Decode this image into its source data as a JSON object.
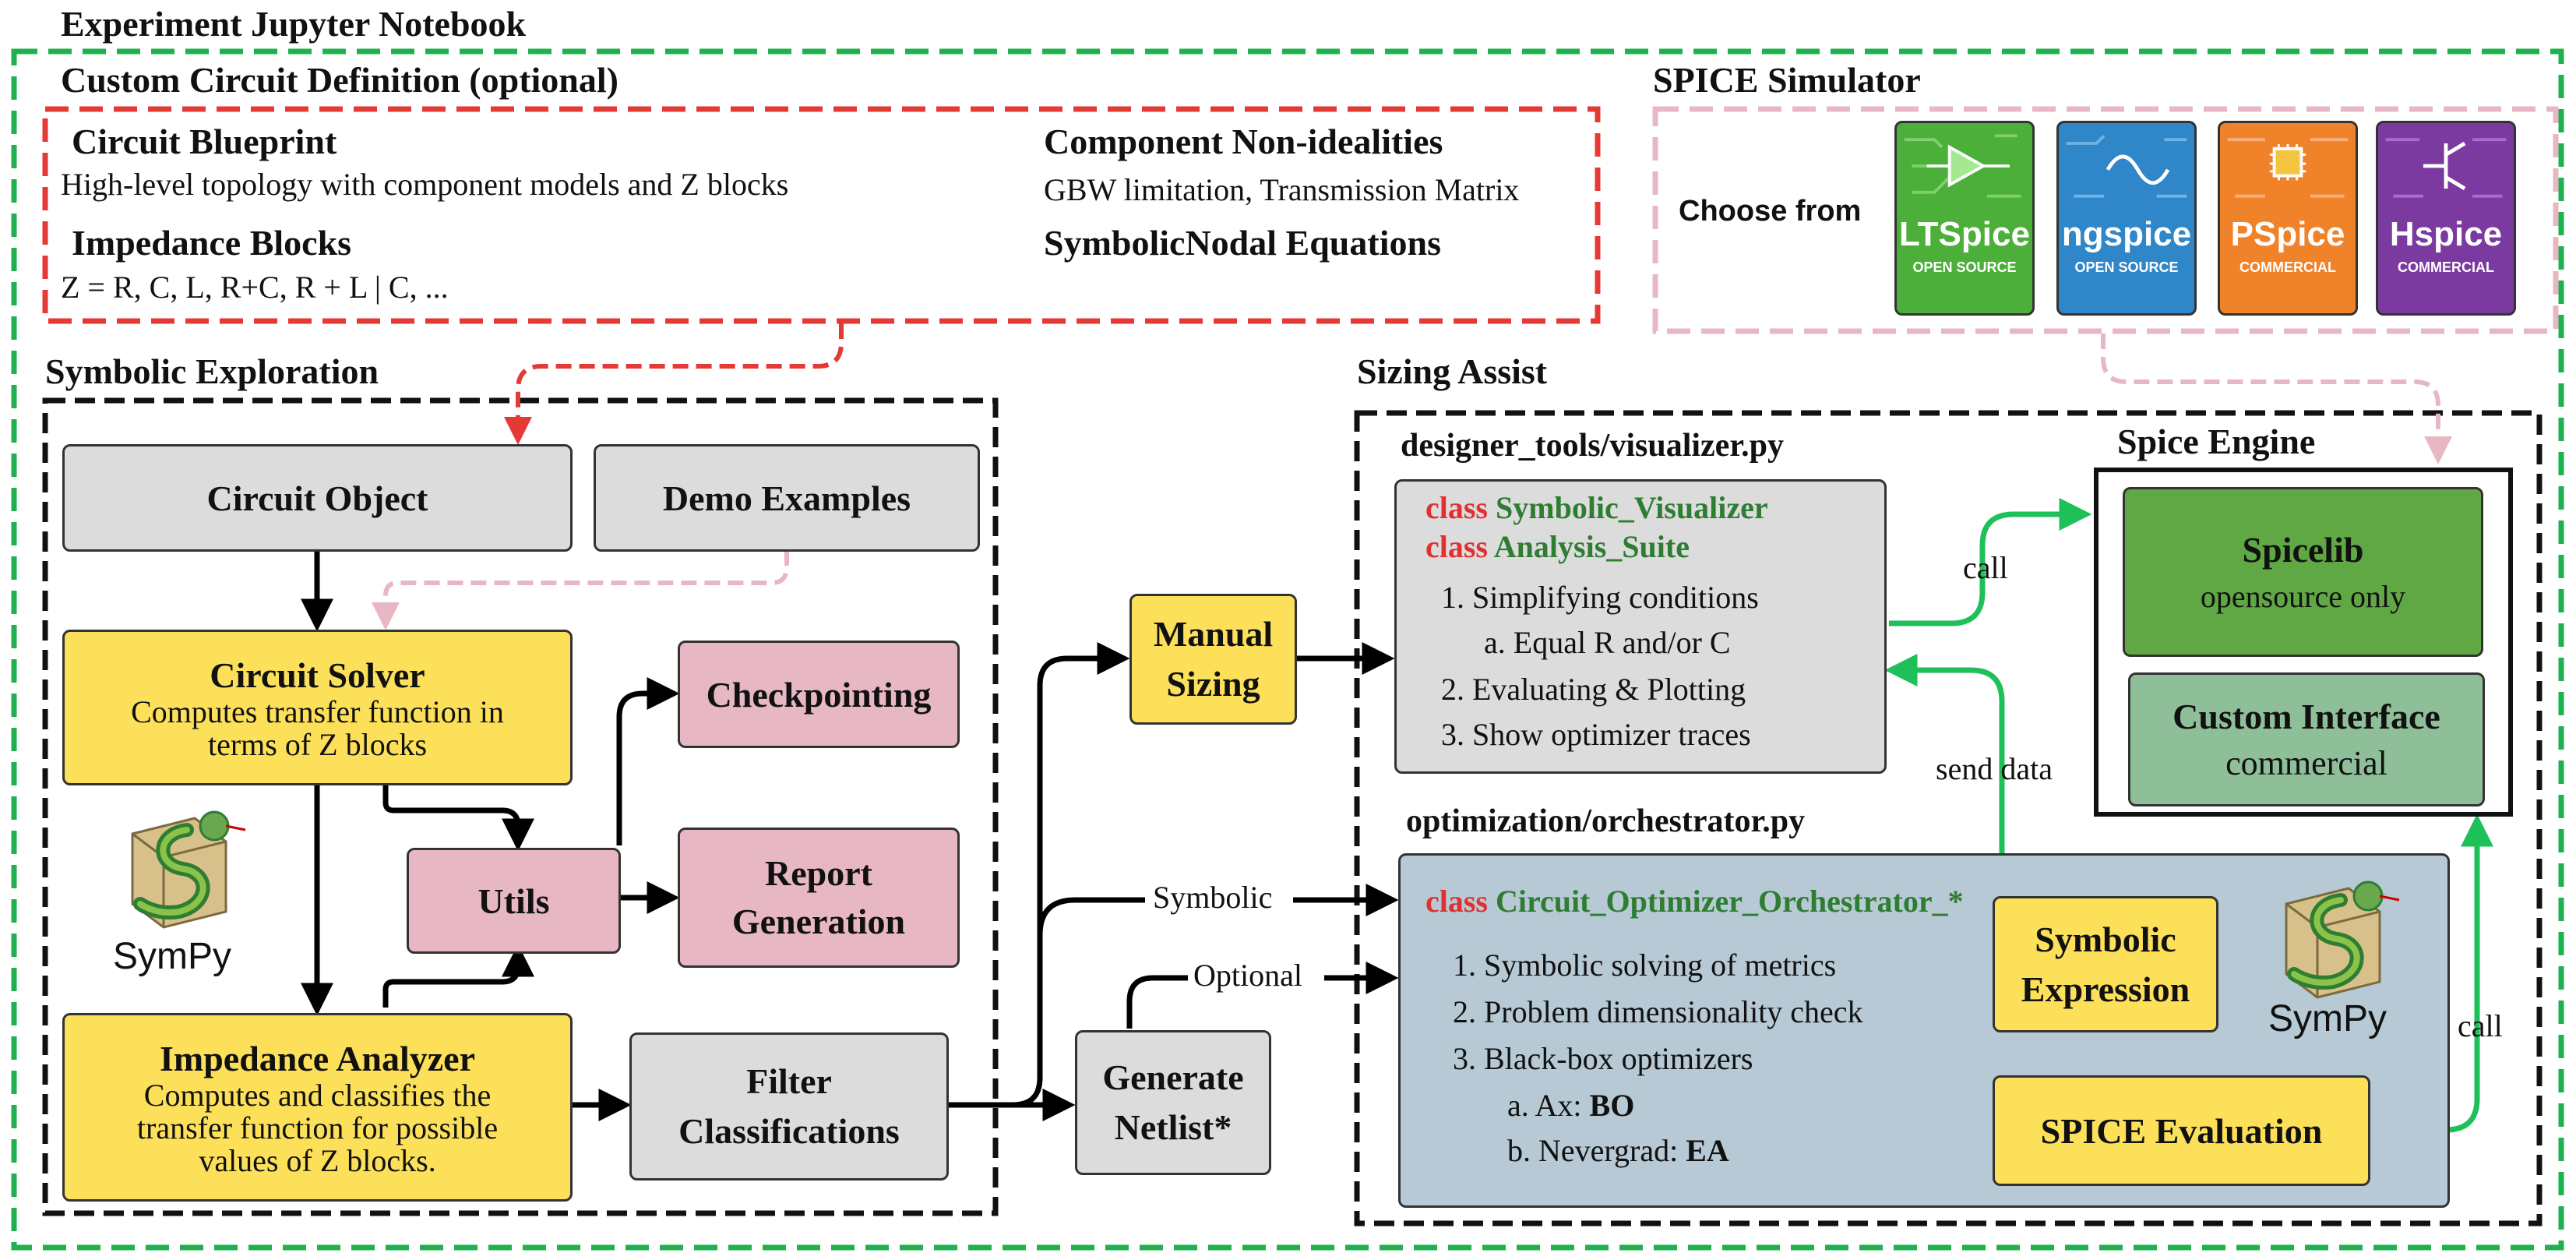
{
  "notebook_title": "Experiment Jupyter Notebook",
  "custom_circuit": {
    "title": "Custom Circuit Definition (optional)",
    "blueprint_heading": "Circuit Blueprint",
    "blueprint_text": "High-level topology with component models and Z blocks",
    "impedance_heading": "Impedance Blocks",
    "impedance_text": "Z = R, C, L, R+C, R + L | C, ...",
    "nonideal_heading": "Component Non-idealities",
    "nonideal_text": "GBW limitation, Transmission Matrix",
    "nodal_heading": "SymbolicNodal Equations"
  },
  "spice_simulator": {
    "title": "SPICE Simulator",
    "choose_label": "Choose from",
    "simulators": [
      {
        "name": "LTSpice",
        "license": "OPEN SOURCE",
        "color": "#4caf3a"
      },
      {
        "name": "ngspice",
        "license": "OPEN SOURCE",
        "color": "#2f86c9"
      },
      {
        "name": "PSpice",
        "license": "COMMERCIAL",
        "color": "#f0822a"
      },
      {
        "name": "Hspice",
        "license": "COMMERCIAL",
        "color": "#7b3aa0"
      }
    ]
  },
  "symbolic_exploration": {
    "title": "Symbolic Exploration",
    "circuit_object": "Circuit Object",
    "demo_examples": "Demo Examples",
    "circuit_solver_title": "Circuit Solver",
    "circuit_solver_text": "Computes transfer function in terms of Z blocks",
    "checkpointing": "Checkpointing",
    "utils": "Utils",
    "report_generation": "Report Generation",
    "sympy_label": "SymPy",
    "impedance_analyzer_title": "Impedance Analyzer",
    "impedance_analyzer_text": "Computes and classifies the transfer function for possible values of Z blocks.",
    "filter_classifications": "Filter Classifications"
  },
  "middle": {
    "manual_sizing": "Manual Sizing",
    "generate_netlist": "Generate Netlist*",
    "symbolic_label": "Symbolic",
    "optional_label": "Optional"
  },
  "sizing_assist": {
    "title": "Sizing Assist",
    "visualizer_file": "designer_tools/visualizer.py",
    "vis_class_kw_1": "class",
    "vis_class_1": "Symbolic_Visualizer",
    "vis_class_kw_2": "class",
    "vis_class_2": "Analysis_Suite",
    "vis_items": [
      "1. Simplifying conditions",
      "a. Equal R and/or C",
      "2. Evaluating & Plotting",
      "3. Show optimizer traces"
    ],
    "orchestrator_file": "optimization/orchestrator.py",
    "orch_class_kw": "class",
    "orch_class": "Circuit_Optimizer_Orchestrator_*",
    "orch_items": [
      "1. Symbolic solving of metrics",
      "2. Problem dimensionality check",
      "3. Black-box optimizers"
    ],
    "orch_sub_a_prefix": "a. Ax: ",
    "orch_sub_a_bold": "BO",
    "orch_sub_b_prefix": "b. Nevergrad: ",
    "orch_sub_b_bold": "EA",
    "symbolic_expression": "Symbolic Expression",
    "spice_evaluation": "SPICE Evaluation",
    "sympy_label": "SymPy",
    "call_label_top": "call",
    "send_data_label": "send data",
    "call_label_right": "call"
  },
  "spice_engine": {
    "title": "Spice Engine",
    "spicelib_title": "Spicelib",
    "spicelib_text": "opensource only",
    "custom_title": "Custom Interface",
    "custom_text": "commercial"
  },
  "colors": {
    "green_frame": "#1fb14e",
    "red_frame": "#e53935",
    "pink_frame": "#e8b7c4",
    "yellow": "#fde05a",
    "spicelib": "#5fa843",
    "custom_interface": "#8fbf99",
    "orchestrator_bg": "#b6c9d4",
    "arrow_green": "#1fc05a"
  }
}
